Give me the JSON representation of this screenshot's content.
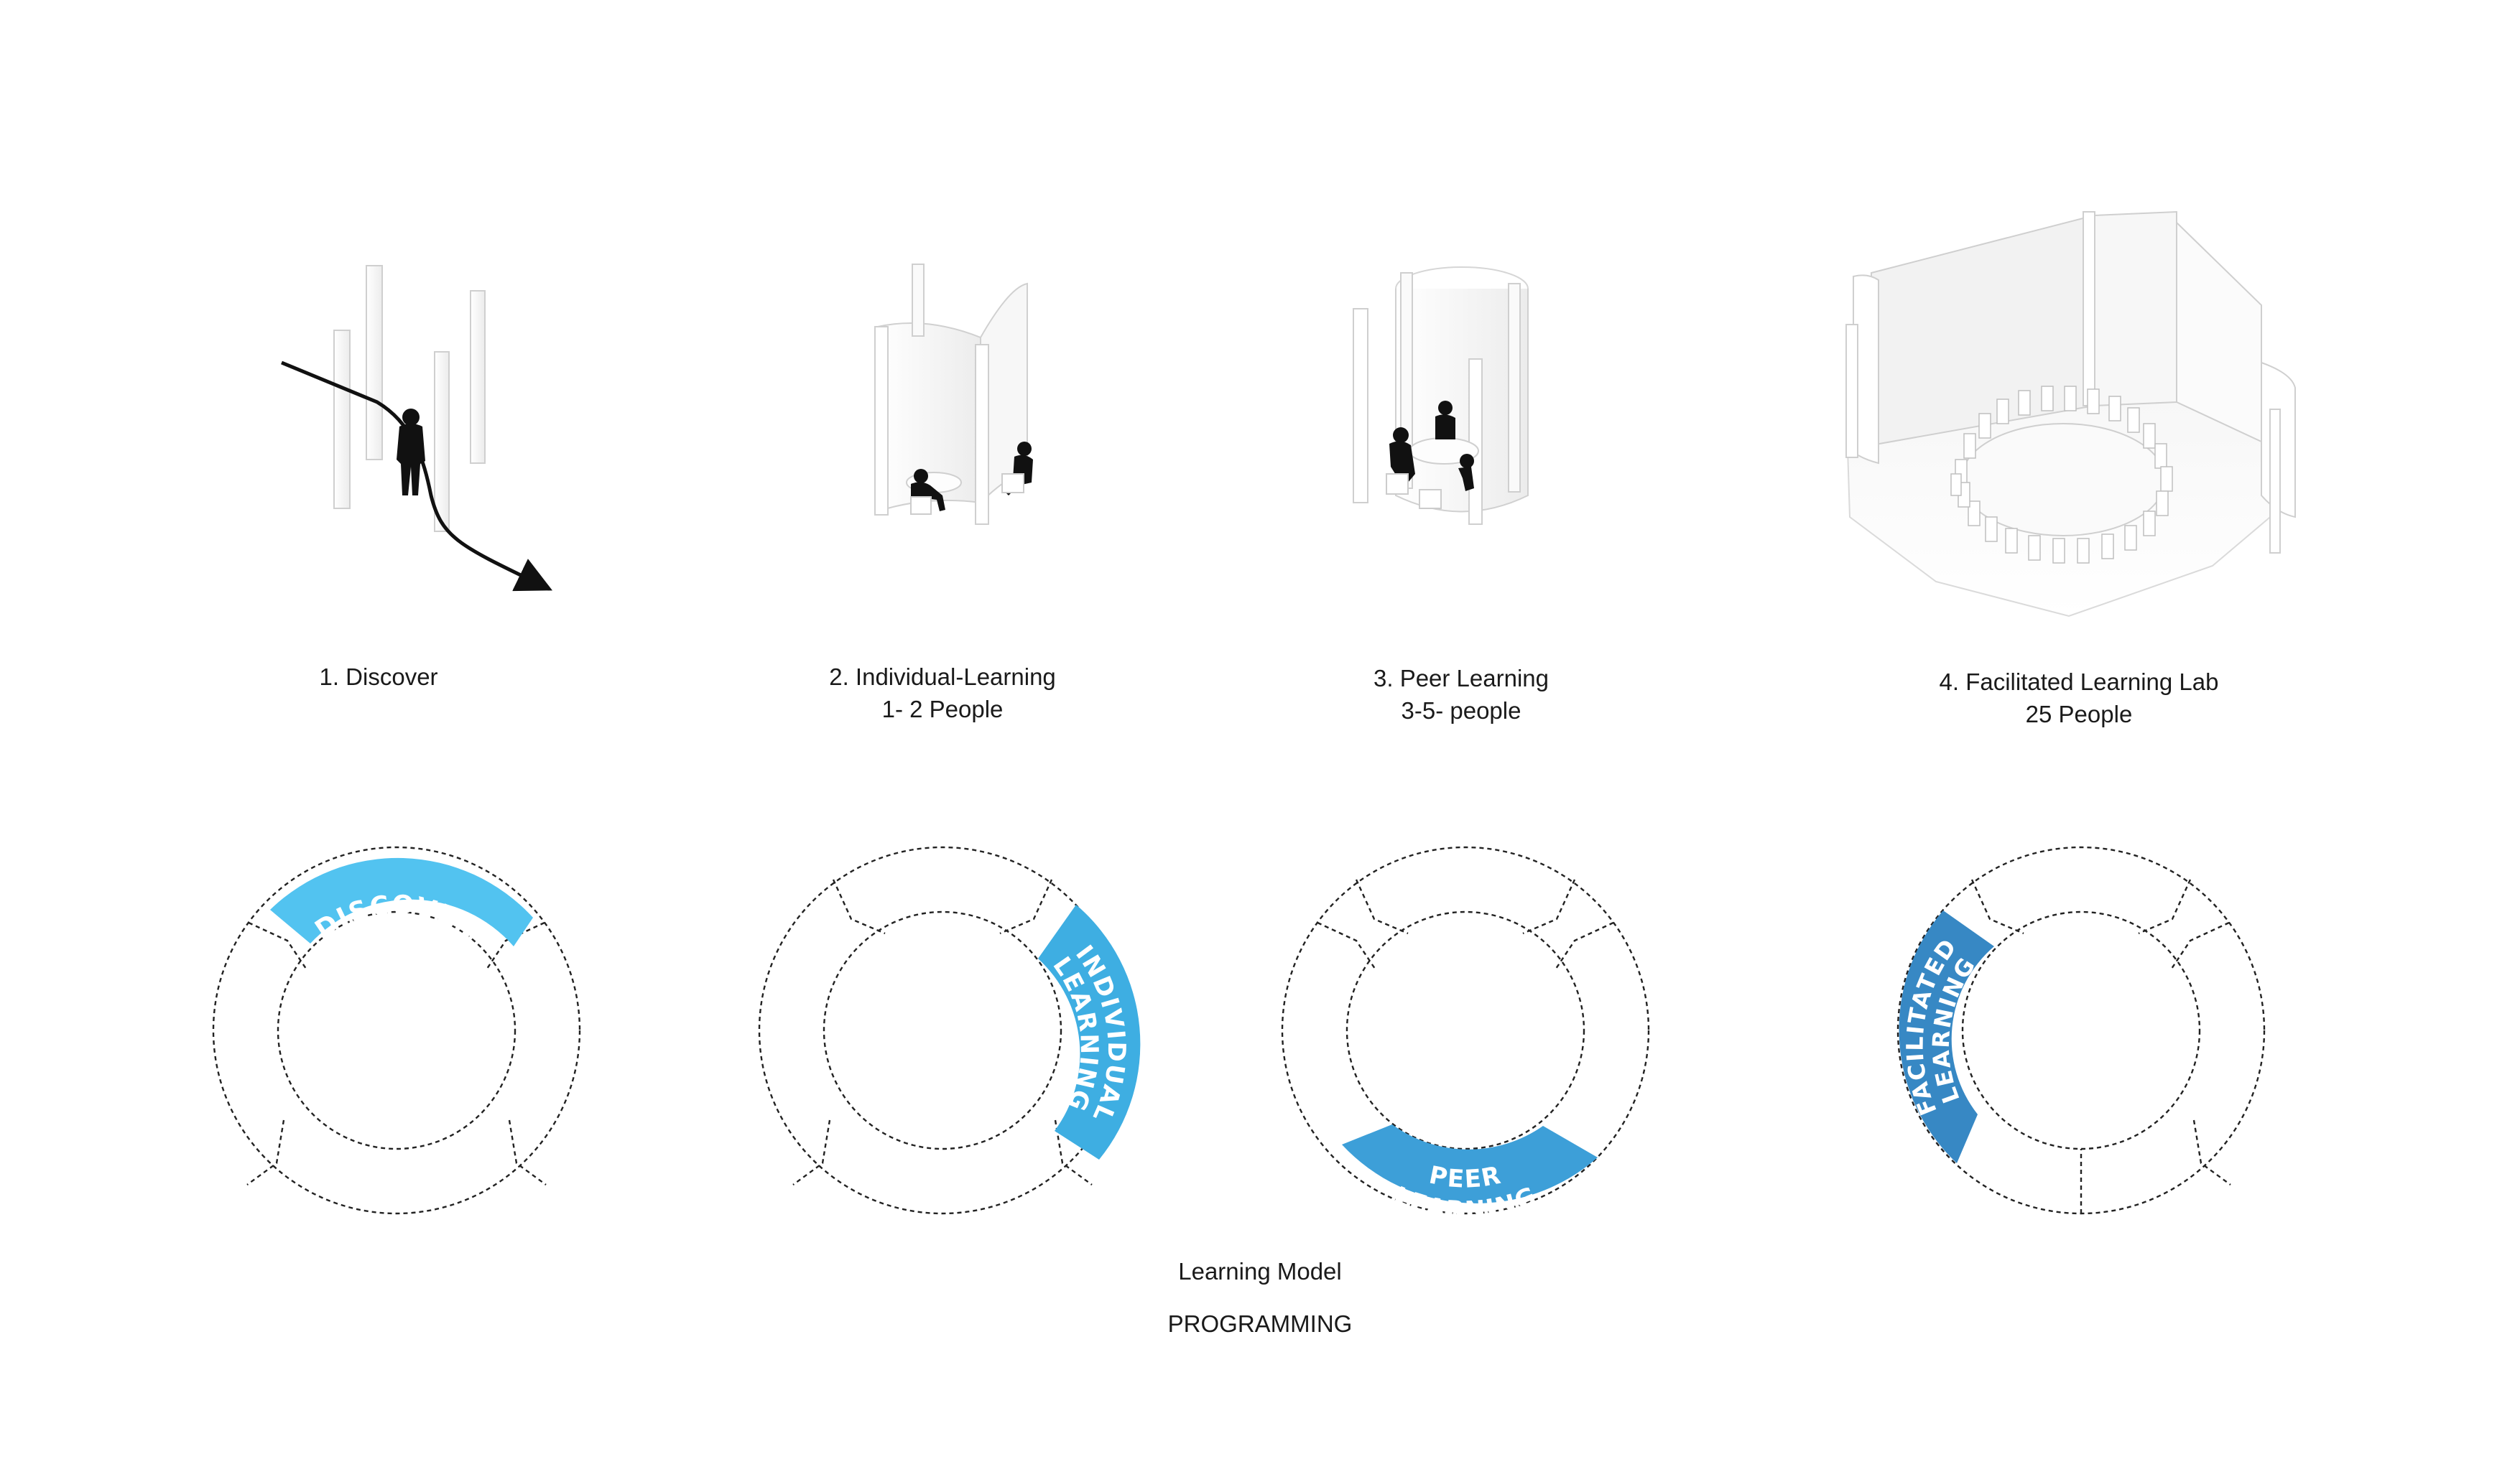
{
  "stages": [
    {
      "number": "1.",
      "title": "Discover",
      "subtitle": "",
      "ring_label_1": "DISCOVER",
      "ring_label_2": ""
    },
    {
      "number": "2.",
      "title": "Individual-Learning",
      "subtitle": "1- 2 People",
      "ring_label_1": "INDIVIDUAL",
      "ring_label_2": "LEARNING"
    },
    {
      "number": "3.",
      "title": "Peer Learning",
      "subtitle": "3-5- people",
      "ring_label_1": "PEER",
      "ring_label_2": "LEARNING"
    },
    {
      "number": "4.",
      "title": "Facilitated Learning Lab",
      "subtitle": "25 People",
      "ring_label_1": "FACILITATED",
      "ring_label_2": "LEARNING"
    }
  ],
  "footer": {
    "line1": "Learning Model",
    "line2": "PROGRAMMING"
  },
  "colors": {
    "discover": "#52c3f0",
    "individual": "#3eaee2",
    "peer": "#3d9fd8",
    "facilitated": "#3788c4",
    "ink": "#111111",
    "panel": "#f3f3f3",
    "panel_edge": "#c8c8c8"
  },
  "icons": [
    "person-silhouette-icon",
    "path-arrow-icon",
    "seat-icon",
    "round-table-icon"
  ]
}
